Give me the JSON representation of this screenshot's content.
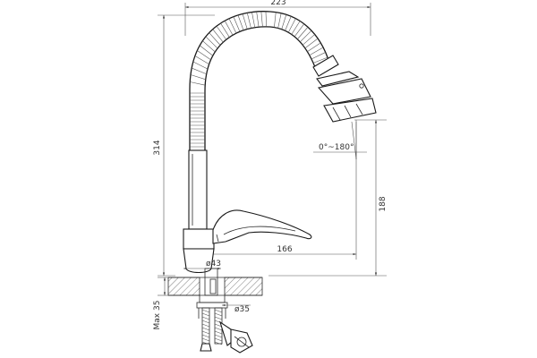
{
  "dimensions": {
    "overall_width": "223",
    "overall_height": "314",
    "spout_height": "188",
    "spout_reach": "166",
    "swivel_angle": "0°~180°",
    "base_diameter": "ø43",
    "mount_diameter": "ø35",
    "max_counter_thickness": "Max 35"
  },
  "colors": {
    "line": "#2b2b2b",
    "background": "#ffffff"
  }
}
